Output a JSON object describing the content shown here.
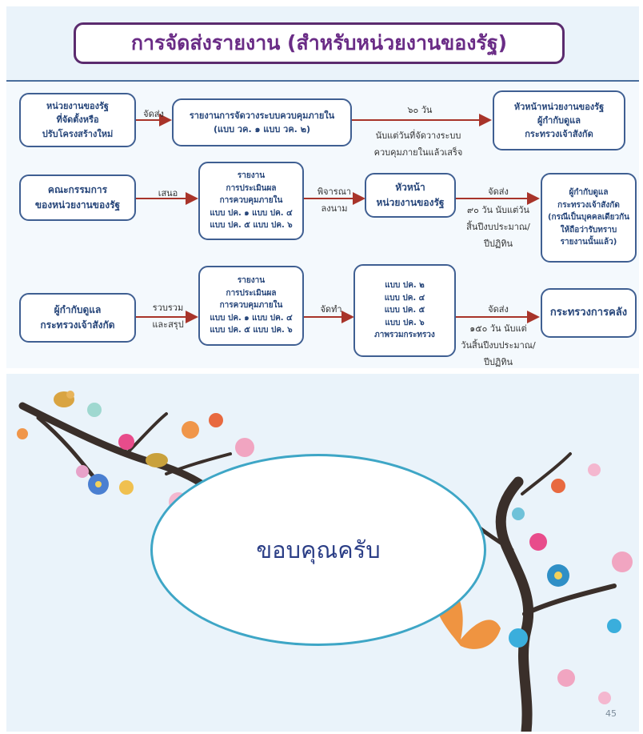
{
  "slide1": {
    "title": "การจัดส่งรายงาน (สำหรับหน่วยงานของรัฐ)",
    "row1": {
      "source": "หน่วยงานของรัฐ\nที่จัดตั้งหรือ\nปรับโครงสร้างใหม่",
      "action": "จัดส่ง",
      "report": "รายงานการจัดวางระบบควบคุมภายใน\n(แบบ วค. ๑ แบบ วค. ๒)",
      "deadline": "๖๐ วัน",
      "condition": "นับแต่วันที่จัดวางระบบ\nควบคุมภายในแล้วเสร็จ",
      "recipient": "หัวหน้าหน่วยงานของรัฐ\nผู้กำกับดูแล\nกระทรวงเจ้าสังกัด"
    },
    "row2": {
      "source": "คณะกรรมการ\nของหน่วยงานของรัฐ",
      "action": "เสนอ",
      "report": "รายงาน\nการประเมินผล\nการควบคุมภายใน\nแบบ ปค. ๑ แบบ ปค. ๔\nแบบ ปค. ๕ แบบ ปค. ๖",
      "review": "พิจารณา\nลงนาม",
      "head": "หัวหน้า\nหน่วยงานของรัฐ",
      "send": "จัดส่ง",
      "deadline": "๙๐ วัน นับแต่วัน\nสิ้นปีงบประมาณ/\nปีปฏิทิน",
      "recipient": "ผู้กำกับดูแล\nกระทรวงเจ้าสังกัด\n(กรณีเป็นบุคคลเดียวกัน\nให้ถือว่ารับทราบ\nรายงานนั้นแล้ว)"
    },
    "row3": {
      "source": "ผู้กำกับดูแล\nกระทรวงเจ้าสังกัด",
      "action": "รวบรวม\nและสรุป",
      "report": "รายงาน\nการประเมินผล\nการควบคุมภายใน\nแบบ ปค. ๑ แบบ ปค. ๔\nแบบ ปค. ๕ แบบ ปค. ๖",
      "prepare": "จัดทำ",
      "forms": "แบบ ปค. ๒\nแบบ ปค. ๔\nแบบ ปค. ๕\nแบบ ปค. ๖\nภาพรวมกระทรวง",
      "send": "จัดส่ง",
      "deadline": "๑๕๐ วัน นับแต่\nวันสิ้นปีงบประมาณ/\nปีปฏิทิน",
      "recipient": "กระทรวงการคลัง"
    }
  },
  "slide2": {
    "thanks": "ขอบคุณครับ",
    "page_number": "45"
  },
  "colors": {
    "box_border": "#3f5f92",
    "box_text": "#27467a",
    "arrow": "#a8342a",
    "title_border": "#5b2b6e",
    "title_text": "#6a2c86",
    "oval_border": "#3ea6c6",
    "background": "#eaf3fa"
  }
}
